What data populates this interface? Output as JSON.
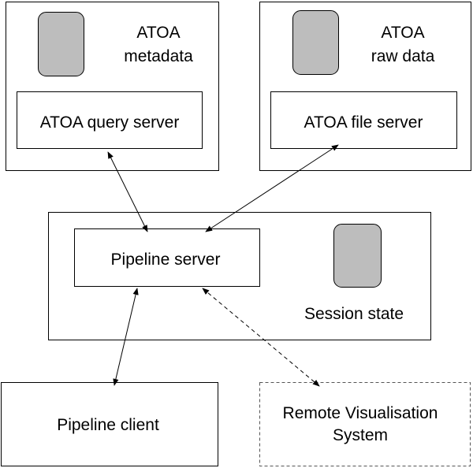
{
  "metadata_container": {
    "title_line1": "ATOA",
    "title_line2": "metadata",
    "server_label": "ATOA query server"
  },
  "rawdata_container": {
    "title_line1": "ATOA",
    "title_line2": "raw data",
    "server_label": "ATOA file server"
  },
  "pipeline_container": {
    "server_label": "Pipeline server",
    "state_label": "Session state"
  },
  "client": {
    "label": "Pipeline client"
  },
  "remote": {
    "label_line1": "Remote Visualisation",
    "label_line2": "System"
  },
  "colors": {
    "store_fill": "#bdbdbd",
    "line": "#000000",
    "dashed_border": "#555555"
  }
}
